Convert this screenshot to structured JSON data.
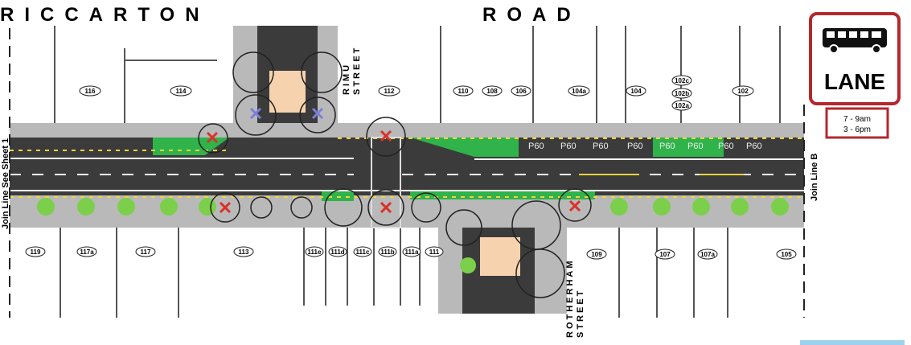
{
  "title_left": "RICCARTON",
  "title_right": "ROAD",
  "streets": {
    "rimu": [
      "RIMU",
      "STREET"
    ],
    "rotherham": [
      "ROTHERHAM",
      "STREET"
    ]
  },
  "join_left": "Join Line See Sheet 1",
  "join_right": "Join Line B",
  "lots_top": [
    "116",
    "114",
    "112",
    "110",
    "108",
    "106",
    "104a",
    "104",
    "102c",
    "102b",
    "102a",
    "102"
  ],
  "lots_bottom": [
    "119",
    "117a",
    "117",
    "113",
    "111e",
    "111d",
    "111c",
    "111b",
    "111a",
    "111",
    "109",
    "107",
    "107a",
    "105"
  ],
  "parking": [
    "P60",
    "P60",
    "P60",
    "P60",
    "P60",
    "P60",
    "P60",
    "P60"
  ],
  "sign": {
    "label": "LANE",
    "times": [
      "7 - 9am",
      "3 - 6pm"
    ]
  },
  "colors": {
    "asphalt": "#3b3b3b",
    "footpath": "#b9b9b9",
    "bus_lane": "#2fb34a",
    "sign_border": "#b3282d",
    "crossing": "#f6d3ae"
  }
}
